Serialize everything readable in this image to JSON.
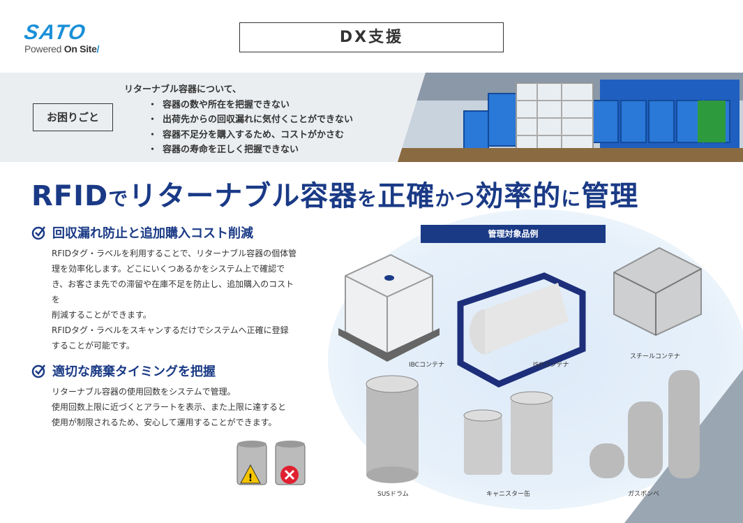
{
  "logo": {
    "brand": "SATO",
    "tagline_a": "Powered ",
    "tagline_b": "On Site",
    "tagline_c": "/"
  },
  "header": {
    "title": "DX支援"
  },
  "problems": {
    "label": "お困りごと",
    "intro": "リターナブル容器について、",
    "items": [
      "容器の数や所在を把握できない",
      "出荷先からの回収漏れに気付くことができない",
      "容器不足分を購入するため、コストがかさむ",
      "容器の寿命を正しく把握できない"
    ]
  },
  "headline": {
    "a": "RFID",
    "b": "で",
    "c": "リターナブル容器",
    "d": "を",
    "e": "正確",
    "f": "かつ",
    "g": "効率的",
    "h": "に",
    "i": "管理"
  },
  "sections": [
    {
      "title": "回収漏れ防止と追加購入コスト削減",
      "lines": [
        "RFIDタグ・ラベルを利用することで、リターナブル容器の個体管",
        "理を効率化します。どこにいくつあるかをシステム上で確認で",
        "き、お客さま先での滞留や在庫不足を防止し、追加購入のコスト",
        "を",
        "削減することができます。",
        "RFIDタグ・ラベルをスキャンするだけでシステムへ正確に登録",
        "することが可能です。"
      ]
    },
    {
      "title": "適切な廃棄タイミングを把握",
      "lines": [
        "リターナブル容器の使用回数をシステムで管理。",
        "使用回数上限に近づくとアラートを表示、また上限に達すると",
        "使用が制限されるため、安心して運用することができます。"
      ]
    }
  ],
  "examples": {
    "label": "管理対象品例",
    "items": [
      "IBCコンテナ",
      "ISOコンテナ",
      "スチールコンテナ",
      "SUSドラム",
      "キャニスター缶",
      "ガスボンベ"
    ]
  },
  "colors": {
    "navy": "#1a3a86",
    "brand": "#1a8fd8",
    "band": "#ebeef1"
  }
}
